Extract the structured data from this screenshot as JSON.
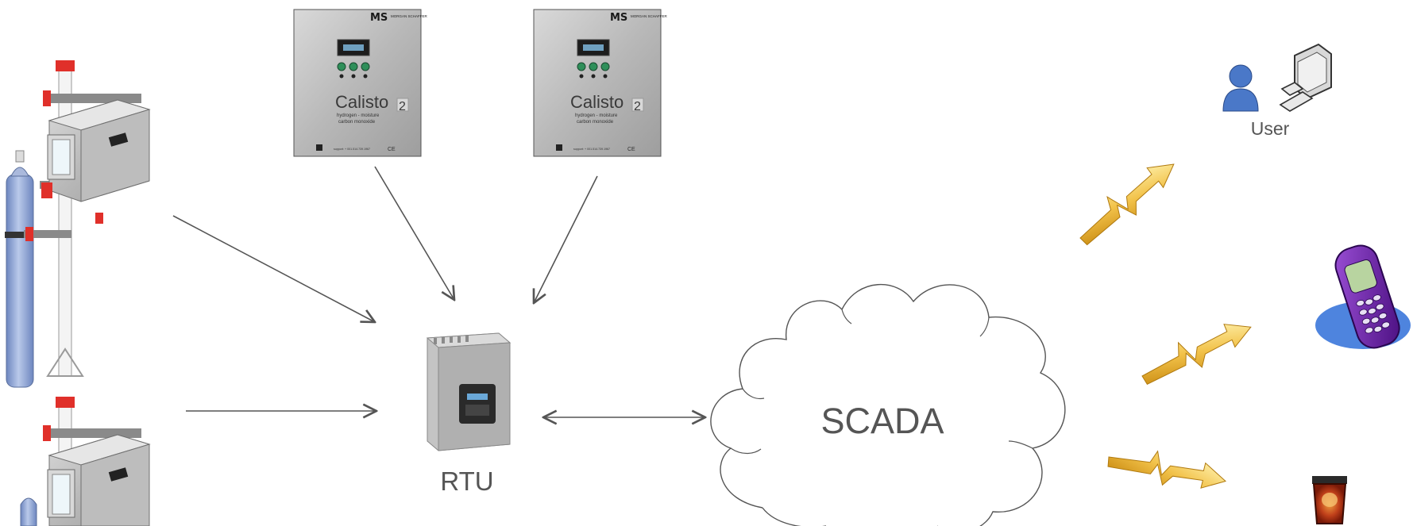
{
  "diagram": {
    "rtu_label": "RTU",
    "scada_label": "SCADA",
    "user_label": "User",
    "calisto_units": [
      {
        "brand": "MS",
        "maker": "MORGAN SCHAFFER",
        "product": "Calisto",
        "product_suffix": "2",
        "desc_line1": "hydrogen - moisture",
        "desc_line2": "carbon monoxide",
        "support": "support: + 001.514.739.1967",
        "ce_mark": "CE"
      },
      {
        "brand": "MS",
        "maker": "MORGAN SCHAFFER",
        "product": "Calisto",
        "product_suffix": "2",
        "desc_line1": "hydrogen - moisture",
        "desc_line2": "carbon monoxide",
        "support": "support: + 001.514.739.1967",
        "ce_mark": "CE"
      }
    ],
    "icons": [
      "pole-sensor-station-icon",
      "calisto-monitor-icon",
      "rtu-drive-icon",
      "scada-cloud-icon",
      "user-computer-icon",
      "mobile-phone-icon",
      "alarm-beacon-icon",
      "wireless-link-icon"
    ],
    "colors": {
      "arrow": "#555555",
      "lightning": "#e8b030",
      "phone": "#6a1fa0",
      "beacon": "#c0401a",
      "cylinder": "#8fa7d6",
      "panel": "#c9c9c9"
    }
  }
}
